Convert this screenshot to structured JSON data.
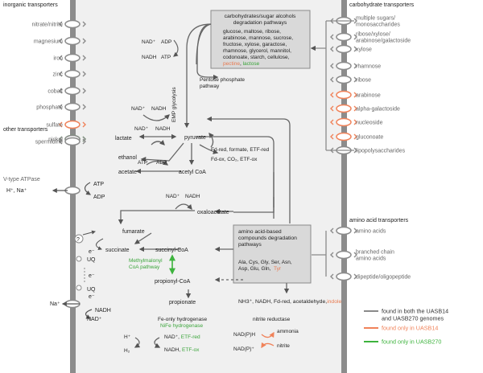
{
  "colors": {
    "grey": "#8a8a8a",
    "orange": "#f08259",
    "green": "#3db33d",
    "cell": "#f0f0f0",
    "membrane": "#8c8c8c",
    "box": "#d9d9d9",
    "text": "#222222"
  },
  "left": {
    "inorganic_title": "inorganic transporters",
    "inorganic": [
      {
        "label": "nitrate/nitrite",
        "status": "both"
      },
      {
        "label": "magnesium",
        "status": "both"
      },
      {
        "label": "iron",
        "status": "both"
      },
      {
        "label": "zinc",
        "status": "both"
      },
      {
        "label": "cobalt",
        "status": "both"
      },
      {
        "label": "phosphate",
        "status": "both"
      },
      {
        "label": "sulfate",
        "status": "uasb14"
      },
      {
        "label": "nickel",
        "status": "uasb270"
      }
    ],
    "other_title": "other transporters",
    "other": [
      {
        "label": "spermidine",
        "status": "both"
      }
    ],
    "atpase_label": "V-type ATPase",
    "atpase_ions": "H⁺, Na⁺",
    "atpase_atp": "ATP",
    "atpase_adp": "ADP",
    "na_ion": "Na⁺",
    "na_nadh": "NADH",
    "na_nadplus": "NAD⁺"
  },
  "right": {
    "carb_title": "carbohydrate transporters",
    "carbs": [
      {
        "label": "multiple sugars/\nmonosaccharides",
        "status": "both"
      },
      {
        "label": "ribose/xylose/\narabinose/galactoside",
        "status": "both"
      },
      {
        "label": "xylose",
        "status": "both"
      },
      {
        "label": "rhamnose",
        "status": "both"
      },
      {
        "label": "ribose",
        "status": "both"
      },
      {
        "label": "arabinose",
        "status": "uasb14"
      },
      {
        "label": "alpha-galactoside",
        "status": "uasb14"
      },
      {
        "label": "nucleoside",
        "status": "uasb14"
      },
      {
        "label": "gluconoate",
        "status": "uasb14"
      },
      {
        "label": "lipopolysaccharides",
        "status": "both"
      }
    ],
    "aa_title": "amino acid transporters",
    "aa": [
      {
        "label": "amino acids",
        "status": "both"
      },
      {
        "label": "branched chain\namino acids",
        "status": "both"
      },
      {
        "label": "dipeptide/oligopeptide",
        "status": "both"
      }
    ]
  },
  "carb_box": {
    "title": "carbohydrates/sugar alcohols\ndegradation pathways",
    "body": "glucose, maltose, ribose,\narabinose, mannose, sucrose,\nfructose, xylose, garactose,\nrhamnose, glycerol, mannitol,\ncodonoate, starch, cellulose,",
    "pectin": "pectine",
    "sep": ", ",
    "lactose": "lactose"
  },
  "aa_box": {
    "title": "amino acid-based\ncompounds degradation\npathways",
    "body": "Ala, Cys, Gly, Ser, Asn,\nAsp, Glu, Gln,",
    "tyr": "Tyr"
  },
  "metabolites": {
    "pyruvate": "pyruvate",
    "lactate": "lactate",
    "ethanol": "ethanol",
    "acetate": "acetate",
    "acetyl_coa": "acetyl CoA",
    "oxaloacetate": "oxaloacetate",
    "fumarate": "fumarate",
    "succinate": "succinate",
    "succinyl_coa": "succinyl-CoA",
    "propionyl_coa": "propionyl-CoA",
    "propionate": "propionate"
  },
  "cofactors": {
    "nad_plus": "NAD⁺",
    "nadh": "NADH",
    "atp": "ATP",
    "adp": "ADP",
    "fdox": "Fd-ox, CO₂, ETF-ox",
    "fdred": "Fd-red, formate, ETF-red",
    "uq": "UQ",
    "eminus": "e⁻",
    "q": "?"
  },
  "pathways": {
    "emp": "EMP glycolysis",
    "ppp": "Pentose phosphate\npathway",
    "methylmalonyl": "Methylmalonyl\nCoA pathway"
  },
  "aa_products": "NH3⁺, NADH, Fd-red, acetaldehyde,",
  "indole": "indole",
  "hydrogenase": {
    "title": "Fe-only hydrogenase",
    "nife": "NiFe hydrogenase",
    "hplus": "H⁺",
    "h2": "H₂",
    "nadplus": "NAD⁺,",
    "etfred": "ETF-red",
    "nadh": "NADH,",
    "etfox": "ETF-ox"
  },
  "nitrite_reductase": {
    "title": "nitrite reductase",
    "ammonia": "ammonia",
    "nitrite": "nitrite",
    "nadph": "NAD(P)H",
    "nadp": "NAD(P)⁺"
  },
  "legend": [
    {
      "label": "found in both the UASB14\nand UASB270 genomes",
      "status": "both"
    },
    {
      "label": "found only in UASB14",
      "status": "uasb14"
    },
    {
      "label": "found only in UASB270",
      "status": "uasb270"
    }
  ]
}
